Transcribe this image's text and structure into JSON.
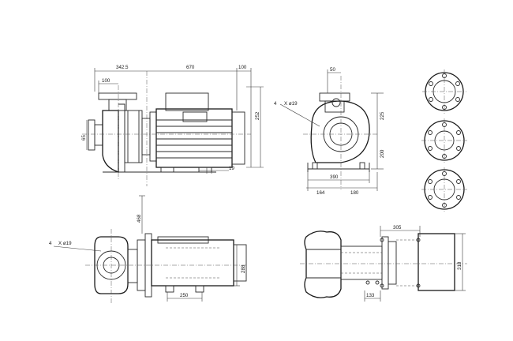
{
  "drawing": {
    "side_view": {
      "dim_overall_suction": "342.5",
      "dim_motor": "670",
      "dim_motor_end": "100",
      "dim_suction_flange": "100",
      "dim_shaft_height": "252",
      "dim_inlet": "65",
      "dim_foot": "19"
    },
    "front_view": {
      "dim_top": "50",
      "hole_count": "4",
      "hole_spec": "X ø19",
      "dim_upper_height": "225",
      "dim_lower_height": "200",
      "dim_base_width": "390",
      "dim_left": "164",
      "dim_right": "180"
    },
    "top_view": {
      "hole_count": "4",
      "hole_spec": "X ø19",
      "dim_vertical": "468",
      "dim_motor_height": "288",
      "dim_motor_foot": "250"
    },
    "base_view": {
      "dim_top": "305",
      "dim_height": "318",
      "dim_bottom": "133"
    }
  }
}
